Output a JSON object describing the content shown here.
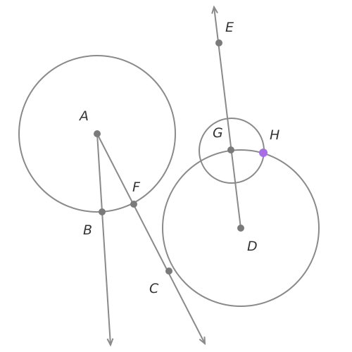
{
  "labels": {
    "A": "A",
    "B": "B",
    "C": "C",
    "D": "D",
    "E": "E",
    "F": "F",
    "G": "G",
    "H": "H"
  },
  "colors": {
    "stroke": "#8a8a8a",
    "point": "#7a7a7a",
    "selected_point": "#a56ee6",
    "label": "#333333"
  }
}
